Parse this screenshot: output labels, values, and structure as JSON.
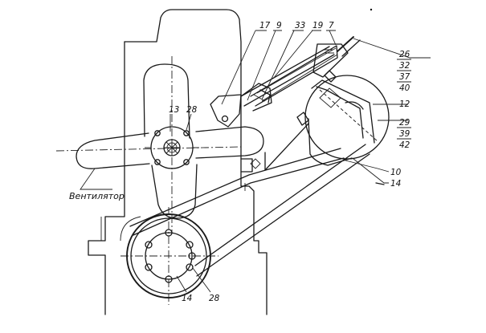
{
  "caption": {
    "fan": "Вентилятор"
  },
  "labels": {
    "n17": "17",
    "n9": "9",
    "n33": "33",
    "n19": "19",
    "n7": "7",
    "n26": "26",
    "n32": "32",
    "n37": "37",
    "n40": "40",
    "n12": "12",
    "n29": "29",
    "n39": "39",
    "n42": "42",
    "n10": "10",
    "n14_right": "14",
    "n13": "13",
    "n28_top": "28",
    "n14_bottom": "14",
    "n28_bottom": "28"
  }
}
